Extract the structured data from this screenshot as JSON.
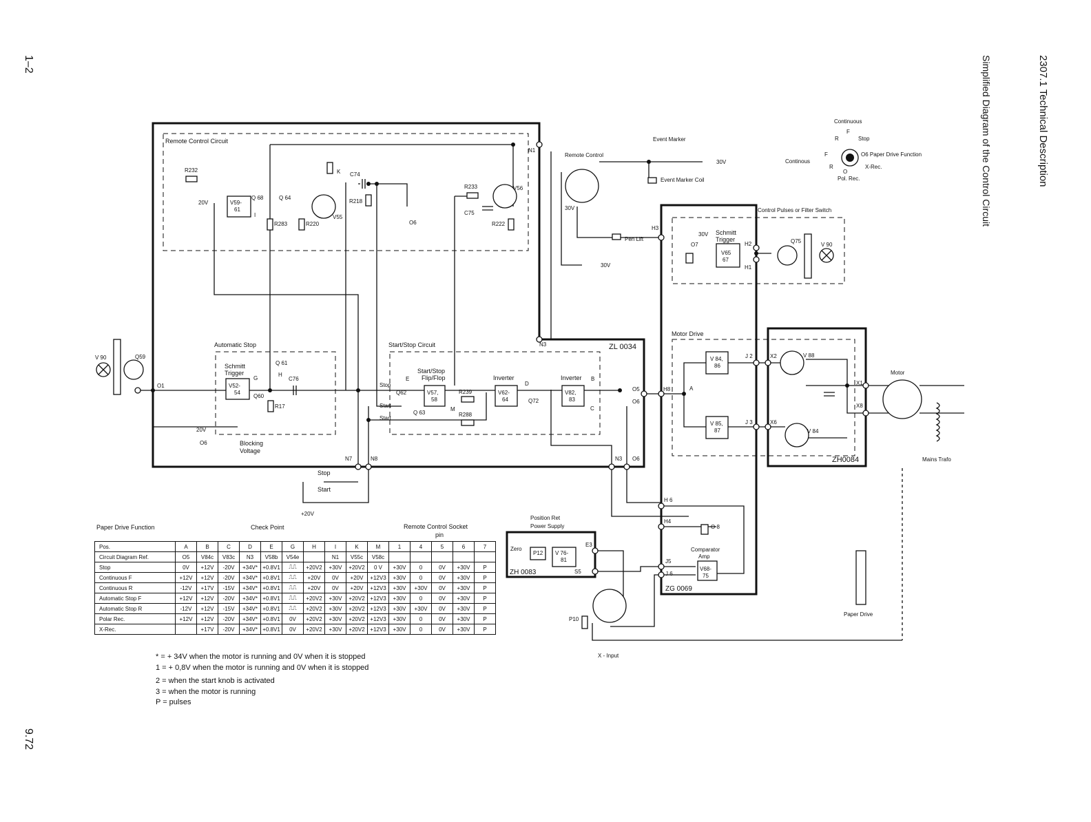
{
  "header": {
    "title": "2307.1 Technical Description",
    "subtitle": "Simplified Diagram of the Control Circuit",
    "page": "1–2",
    "date_code": "9.72"
  },
  "labels": {
    "remote_control_circuit": "Remote Control Circuit",
    "automatic_stop": "Automatic Stop",
    "start_stop_circuit": "Start/Stop Circuit",
    "start_stop_flipflop_1": "Start/Stop",
    "start_stop_flipflop_2": "Flip/Flop",
    "schmitt_1": "Schmitt",
    "schmitt_2": "Trigger",
    "inverter": "Inverter",
    "blocking_1": "Blocking",
    "blocking_2": "Voltage",
    "zl0034": "ZL 0034",
    "zh0084": "ZH0084",
    "zh0083": "ZH 0083",
    "zg0069": "ZG 0069",
    "motor_drive": "Motor Drive",
    "motor": "Motor",
    "mains_trafo": "Mains Trafo",
    "remote_control": "Remote Control",
    "event_marker": "Event Marker",
    "event_marker_coil": "Event Marker Coil",
    "pen_lift": "Pen Lift",
    "control_pulses": "Control Pulses or Filter Switch",
    "position_ret_1": "Position Ret",
    "position_ret_2": "Power Supply",
    "comparator_1": "Comparator",
    "comparator_2": "Amp",
    "paper_drive": "Paper Drive",
    "x_input": "X - Input",
    "zero": "Zero",
    "stop": "Stop",
    "start": "Start",
    "plus20v": "+20V",
    "v30": "30V",
    "v20": "20V",
    "v90": "V 90",
    "q59": "Q59",
    "continuous": "Continuous",
    "continous": "Continous",
    "sel_stop": "Stop",
    "sel_func": "O6 Paper Drive Function",
    "sel_xrec": "X-Rec.",
    "sel_pol": "Pol. Rec.",
    "sel_f": "F",
    "sel_r": "R",
    "sel_o": "O"
  },
  "table": {
    "headings": {
      "function": "Paper Drive Function",
      "check_point": "Check Point",
      "remote_pin_1": "Remote Control Socket",
      "remote_pin_2": "pin"
    },
    "header_row_1": [
      "Pos.",
      "A",
      "B",
      "C",
      "D",
      "E",
      "G",
      "H",
      "I",
      "K",
      "M",
      "1",
      "4",
      "5",
      "6",
      "7"
    ],
    "header_row_2": [
      "Circuit Diagram Ref.",
      "O5",
      "V84c",
      "V83c",
      "N3",
      "V58b",
      "V54e",
      "",
      "N1",
      "V55c",
      "V58c",
      "",
      "",
      "",
      "",
      ""
    ],
    "rows": [
      [
        "Stop",
        "0V",
        "+12V",
        "-20V",
        "+34V*",
        "+0.8V1",
        "⎍⎍",
        "+20V2",
        "+30V",
        "+20V2",
        "0 V",
        "+30V",
        "0",
        "0V",
        "+30V",
        "P"
      ],
      [
        "Continuous F",
        "+12V",
        "+12V",
        "-20V",
        "+34V*",
        "+0.8V1",
        "⎍⎍",
        "+20V",
        "0V",
        "+20V",
        "+12V3",
        "+30V",
        "0",
        "0V",
        "+30V",
        "P"
      ],
      [
        "Continuous R",
        "-12V",
        "+17V",
        "-15V",
        "+34V*",
        "+0.8V1",
        "⎍⎍",
        "+20V",
        "0V",
        "+20V",
        "+12V3",
        "+30V",
        "+30V",
        "0V",
        "+30V",
        "P"
      ],
      [
        "Automatic Stop F",
        "+12V",
        "+12V",
        "-20V",
        "+34V*",
        "+0.8V1",
        "⎍⎍",
        "+20V2",
        "+30V",
        "+20V2",
        "+12V3",
        "+30V",
        "0",
        "0V",
        "+30V",
        "P"
      ],
      [
        "Automatic Stop R",
        "-12V",
        "+12V",
        "-15V",
        "+34V*",
        "+0.8V1",
        "⎍⎍",
        "+20V2",
        "+30V",
        "+20V2",
        "+12V3",
        "+30V",
        "+30V",
        "0V",
        "+30V",
        "P"
      ],
      [
        "Polar Rec.",
        "+12V",
        "+12V",
        "-20V",
        "+34V*",
        "+0.8V1",
        "0V",
        "+20V2",
        "+30V",
        "+20V2",
        "+12V3",
        "+30V",
        "0",
        "0V",
        "+30V",
        "P"
      ],
      [
        "X-Rec.",
        "",
        "+17V",
        "-20V",
        "+34V*",
        "+0.8V1",
        "0V",
        "+20V2",
        "+30V",
        "+20V2",
        "+12V3",
        "+30V",
        "0",
        "0V",
        "+30V",
        "P"
      ]
    ]
  },
  "legend": [
    "* = + 34V when the motor is running and 0V when it is stopped",
    "1 = + 0,8V when the motor is running and 0V when it is stopped",
    "2 = when the start knob is activated",
    "3 = when the motor is running",
    "P = pulses"
  ],
  "components": {
    "v59": "V59-",
    "v59b": "61",
    "v52": "V52-",
    "v52b": "54",
    "v57": "V57,",
    "v57b": "58",
    "v62": "V62-",
    "v62b": "64",
    "v82": "V82,",
    "v82b": "83",
    "v65": "V65",
    "v65b": "67",
    "v84": "V 84,",
    "v84b": "86",
    "v85": "V 85,",
    "v85b": "87",
    "v76": "V 76-",
    "v76b": "81",
    "v68": "V68-",
    "v68b": "75",
    "v88": "V 88",
    "v84tri": "V 84",
    "v55": "V55",
    "v56": "V56",
    "v90b": "V 90",
    "r232": "R232",
    "r283": "R283",
    "r220": "R220",
    "r218": "R218",
    "r233": "R233",
    "r222": "R222",
    "r17": "R17",
    "r239": "R239",
    "r288": "R288",
    "c74": "C74",
    "c75": "C75",
    "c76": "C76",
    "q68": "Q 68",
    "q64": "Q 64",
    "q61": "Q 61",
    "q60": "Q60",
    "q62": "Q62",
    "q63": "Q 63",
    "q72": "Q72",
    "q75": "Q75",
    "o1": "O1",
    "o5": "O5",
    "o6": "O6",
    "o7": "O7",
    "o8": "O 8",
    "p10": "P10",
    "p12": "P12",
    "n1": "N1",
    "n3": "N3",
    "n7": "N7",
    "n8": "N8",
    "h1": "H1",
    "h2": "H2",
    "h3": "H3",
    "h4": "H4",
    "h6": "H 6",
    "h8": "H8",
    "j2": "J 2",
    "j3": "J 3",
    "j5": "J5",
    "j6": "J 6",
    "x1": "X1",
    "x2": "X2",
    "x6": "X6",
    "x8": "X8",
    "e3": "E3",
    "s5": "S5",
    "cp_a": "A",
    "cp_b": "B",
    "cp_c": "C",
    "cp_d": "D",
    "cp_e": "E",
    "cp_g": "G",
    "cp_h": "H",
    "cp_i": "I",
    "cp_k": "K",
    "cp_m": "M"
  }
}
